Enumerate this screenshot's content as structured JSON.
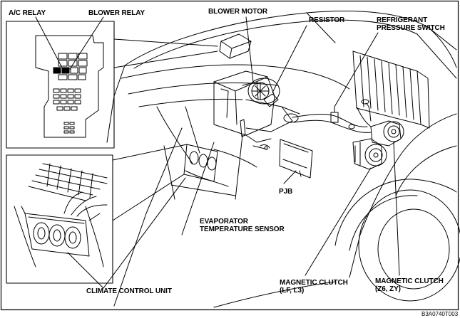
{
  "labels": {
    "ac_relay": "A/C RELAY",
    "blower_relay": "BLOWER RELAY",
    "blower_motor": "BLOWER MOTOR",
    "resistor": "RESISTOR",
    "refrigerant_line1": "REFRIGERANT",
    "refrigerant_line2": "PRESSURE SWITCH",
    "pjb": "PJB",
    "evaporator_line1": "EVAPORATOR",
    "evaporator_line2": "TEMPERATURE SENSOR",
    "climate_control_unit": "CLIMATE CONTROL UNIT",
    "clutch_lf_line1": "MAGNETIC CLUTCH",
    "clutch_lf_line2": "(LF, L3)",
    "clutch_z6_line1": "MAGNETIC CLUTCH",
    "clutch_z6_line2": "(Z6, ZY)"
  },
  "figure_code": "B3A0740T003"
}
